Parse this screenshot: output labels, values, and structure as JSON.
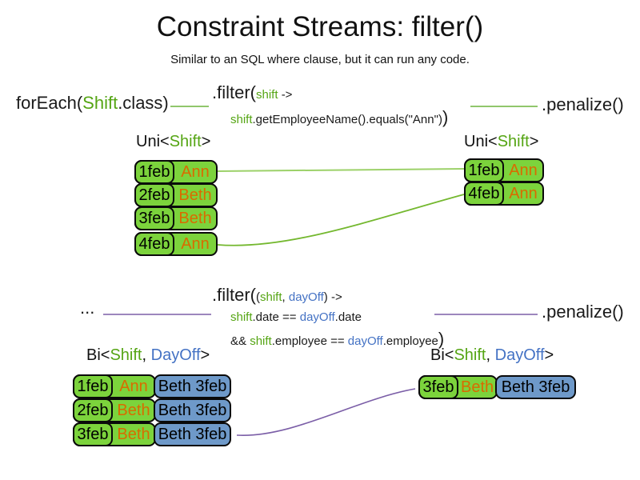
{
  "slide": {
    "title": "Constraint Streams: filter()",
    "subtitle": "Similar to an SQL where clause, but it can run any code."
  },
  "colors": {
    "box_green": "#7cd33c",
    "box_blue": "#6e99c9",
    "text_green": "#55a514",
    "text_blue": "#4472c4",
    "text_orange": "#d96b00",
    "line_green": "#76b82f",
    "line_light_green": "#9cd169",
    "line_purple": "#7b5ea7"
  },
  "code1": {
    "foreach_pre": "forEach(",
    "foreach_class": "Shift",
    "foreach_post": ".class)",
    "filter_head": ".filter(",
    "filter_param": "shift",
    "filter_arrow": "->",
    "body_var": "shift",
    "body_rest": ".getEmployeeName().equals(\"Ann\")",
    "close_paren": ")",
    "penalize": ".penalize()"
  },
  "code2": {
    "source": "...",
    "filter_head": ".filter(",
    "paren_open": "(",
    "param1": "shift",
    "comma": ", ",
    "param2": "dayOff",
    "paren_close": ")",
    "arrow": "->",
    "l2_var1": "shift",
    "l2_mid": ".date == ",
    "l2_var2": "dayOff",
    "l2_end": ".date",
    "l3_amp": "&& ",
    "l3_var1": "shift",
    "l3_mid": ".employee == ",
    "l3_var2": "dayOff",
    "l3_end": ".employee",
    "close_paren": ")",
    "penalize": ".penalize()"
  },
  "labels": {
    "uni_pre": "Uni<",
    "uni_type": "Shift",
    "uni_post": ">",
    "bi_pre": "Bi<",
    "bi_type1": "Shift",
    "bi_sep": ", ",
    "bi_type2": "DayOff",
    "bi_post": ">"
  },
  "tables": {
    "uni_left": {
      "rows": [
        {
          "date": "1feb",
          "name": "Ann"
        },
        {
          "date": "2feb",
          "name": "Beth"
        },
        {
          "date": "3feb",
          "name": "Beth"
        },
        {
          "date": "4feb",
          "name": "Ann"
        }
      ]
    },
    "uni_right": {
      "rows": [
        {
          "date": "1feb",
          "name": "Ann"
        },
        {
          "date": "4feb",
          "name": "Ann"
        }
      ]
    },
    "bi_left": {
      "rows": [
        {
          "date": "1feb",
          "name": "Ann",
          "pair": "Beth 3feb"
        },
        {
          "date": "2feb",
          "name": "Beth",
          "pair": "Beth 3feb"
        },
        {
          "date": "3feb",
          "name": "Beth",
          "pair": "Beth 3feb"
        }
      ]
    },
    "bi_right": {
      "row": {
        "date": "3feb",
        "name": "Beth",
        "pair": "Beth 3feb"
      }
    }
  }
}
